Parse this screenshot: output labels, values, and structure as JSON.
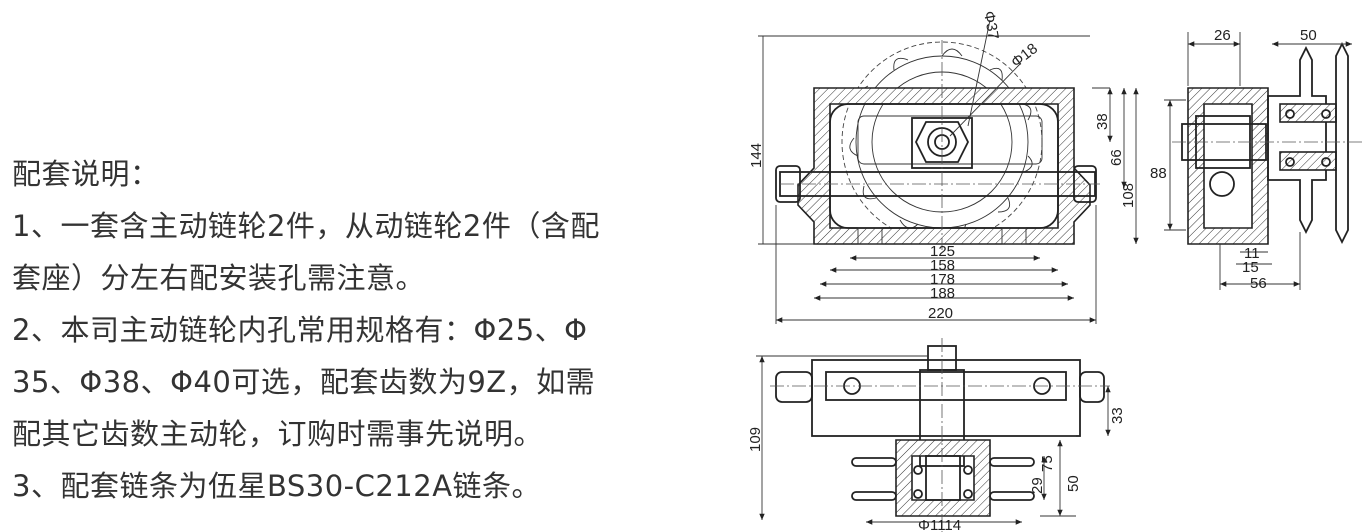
{
  "notes": [
    "配套说明：",
    "1、一套含主动链轮2件，从动链轮2件（含配",
    "套座）分左右配安装孔需注意。",
    "2、本司主动链轮内孔常用规格有：Φ25、Φ",
    "35、Φ38、Φ40可选，配套齿数为9Z，如需",
    "配其它齿数主动轮，订购时需事先说明。",
    "3、配套链条为伍星BS30-C212A链条。"
  ],
  "dims": {
    "front_h_total": "144",
    "front_v_38": "38",
    "front_v_66": "66",
    "front_v_108": "108",
    "front_w_125": "125",
    "front_w_158": "158",
    "front_w_178": "178",
    "front_w_188": "188",
    "front_w_220": "220",
    "dia_37": "Φ37",
    "dia_18": "Φ18",
    "side_26": "26",
    "side_50": "50",
    "side_88": "88",
    "side_11": "11",
    "side_15": "15",
    "side_56": "56",
    "top_109": "109",
    "top_33": "33",
    "top_50": "50",
    "top_29": "29",
    "top_75": "75",
    "top_dia": "Φ1114"
  }
}
